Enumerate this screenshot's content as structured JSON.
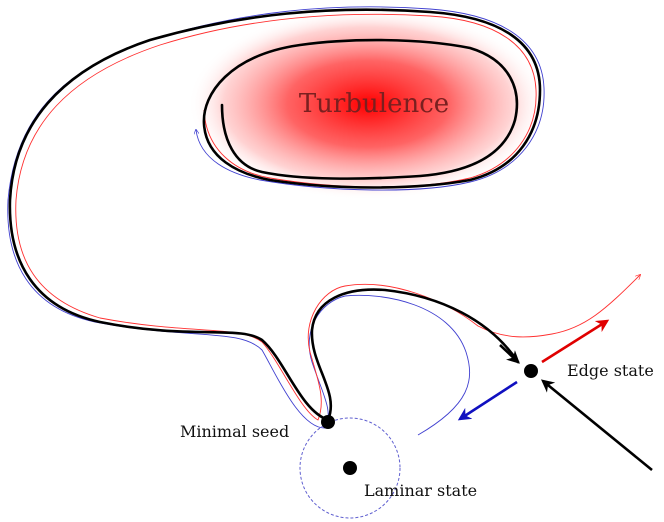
{
  "labels": {
    "turbulence": "Turbulence",
    "edge_state": "Edge state",
    "minimal_seed": "Minimal seed",
    "laminar_state": "Laminar state"
  },
  "colors": {
    "turbulence_core": "#ff0000",
    "trajectory_main": "#000000",
    "trajectory_red": "#ff3030",
    "trajectory_blue": "#4040d0",
    "arrow_unstable_red": "#e00000",
    "arrow_unstable_blue": "#1010c0",
    "arrow_stable": "#000000",
    "laminar_basin": "#6060d0"
  }
}
